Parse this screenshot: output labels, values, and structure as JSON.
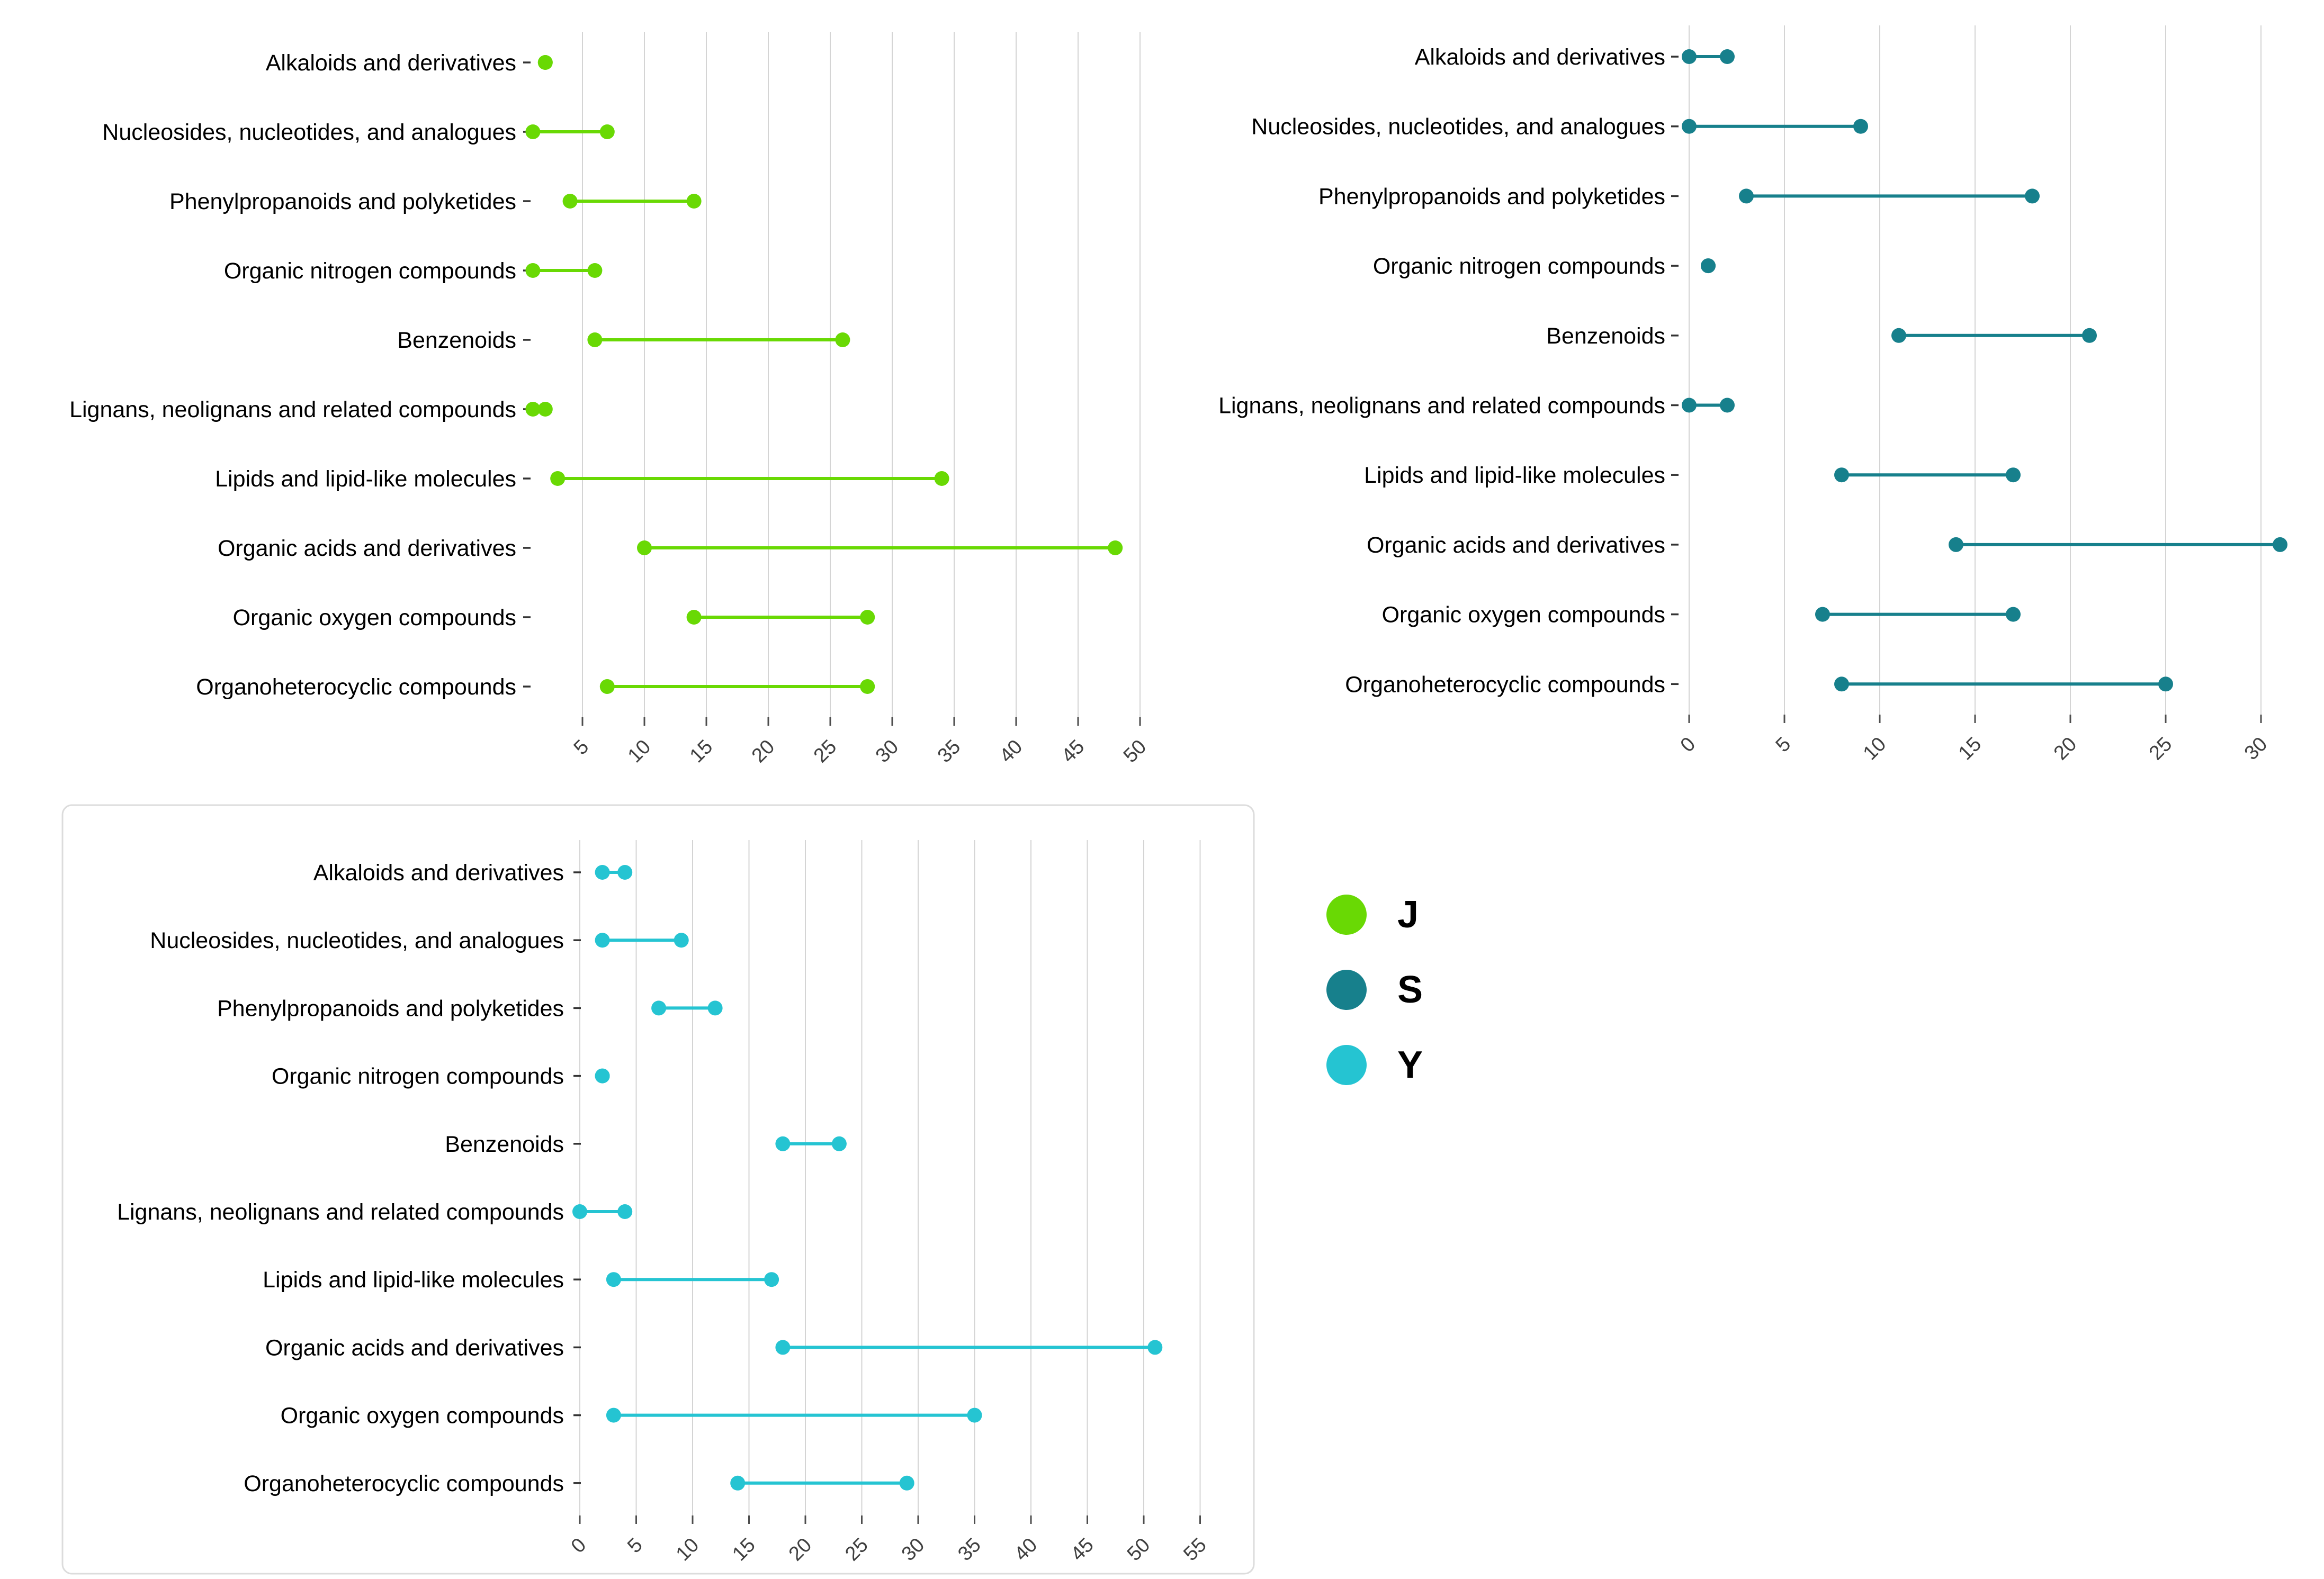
{
  "figure": {
    "background": "#ffffff"
  },
  "legend": {
    "items": [
      {
        "label": "J",
        "color": "#69D904"
      },
      {
        "label": "S",
        "color": "#17808C"
      },
      {
        "label": "Y",
        "color": "#25C4D2"
      }
    ]
  },
  "chart_data": [
    {
      "type": "dumbbell",
      "series": "J",
      "color": "#69D904",
      "orientation": "horizontal",
      "grid": true,
      "title": "",
      "xlabel": "",
      "ylabel": "",
      "categories": [
        "Alkaloids and derivatives",
        "Nucleosides, nucleotides, and analogues",
        "Phenylpropanoids and polyketides",
        "Organic nitrogen compounds",
        "Benzenoids",
        "Lignans, neolignans and related compounds",
        "Lipids and lipid-like molecules",
        "Organic acids and derivatives",
        "Organic oxygen compounds",
        "Organoheterocyclic compounds"
      ],
      "ranges": [
        [
          2,
          2
        ],
        [
          1,
          7
        ],
        [
          4,
          14
        ],
        [
          1,
          6
        ],
        [
          6,
          26
        ],
        [
          1,
          2
        ],
        [
          3,
          34
        ],
        [
          10,
          48
        ],
        [
          14,
          28
        ],
        [
          7,
          28
        ]
      ],
      "xlim": [
        0.5,
        52.5
      ],
      "ticks": [
        5,
        10,
        15,
        20,
        25,
        30,
        35,
        40,
        45,
        50
      ]
    },
    {
      "type": "dumbbell",
      "series": "S",
      "color": "#17808C",
      "orientation": "horizontal",
      "grid": true,
      "title": "",
      "xlabel": "",
      "ylabel": "",
      "categories": [
        "Alkaloids and derivatives",
        "Nucleosides, nucleotides, and analogues",
        "Phenylpropanoids and polyketides",
        "Organic nitrogen compounds",
        "Benzenoids",
        "Lignans, neolignans and related compounds",
        "Lipids and lipid-like molecules",
        "Organic acids and derivatives",
        "Organic oxygen compounds",
        "Organoheterocyclic compounds"
      ],
      "ranges": [
        [
          0,
          2
        ],
        [
          0,
          9
        ],
        [
          3,
          18
        ],
        [
          1,
          1
        ],
        [
          11,
          21
        ],
        [
          0,
          2
        ],
        [
          8,
          17
        ],
        [
          14,
          31
        ],
        [
          7,
          17
        ],
        [
          8,
          25
        ]
      ],
      "xlim": [
        -0.3,
        33
      ],
      "ticks": [
        0,
        5,
        10,
        15,
        20,
        25,
        30
      ]
    },
    {
      "type": "dumbbell",
      "series": "Y",
      "color": "#25C4D2",
      "orientation": "horizontal",
      "grid": true,
      "title": "",
      "xlabel": "",
      "ylabel": "",
      "categories": [
        "Alkaloids and derivatives",
        "Nucleosides, nucleotides, and analogues",
        "Phenylpropanoids and polyketides",
        "Organic nitrogen compounds",
        "Benzenoids",
        "Lignans, neolignans and related compounds",
        "Lipids and lipid-like molecules",
        "Organic acids and derivatives",
        "Organic oxygen compounds",
        "Organoheterocyclic compounds"
      ],
      "ranges": [
        [
          2,
          4
        ],
        [
          2,
          9
        ],
        [
          7,
          12
        ],
        [
          2,
          2
        ],
        [
          18,
          23
        ],
        [
          0,
          4
        ],
        [
          3,
          17
        ],
        [
          18,
          51
        ],
        [
          3,
          35
        ],
        [
          14,
          29
        ]
      ],
      "xlim": [
        -0.6,
        58
      ],
      "ticks": [
        0,
        5,
        10,
        15,
        20,
        25,
        30,
        35,
        40,
        45,
        50,
        55
      ]
    }
  ]
}
